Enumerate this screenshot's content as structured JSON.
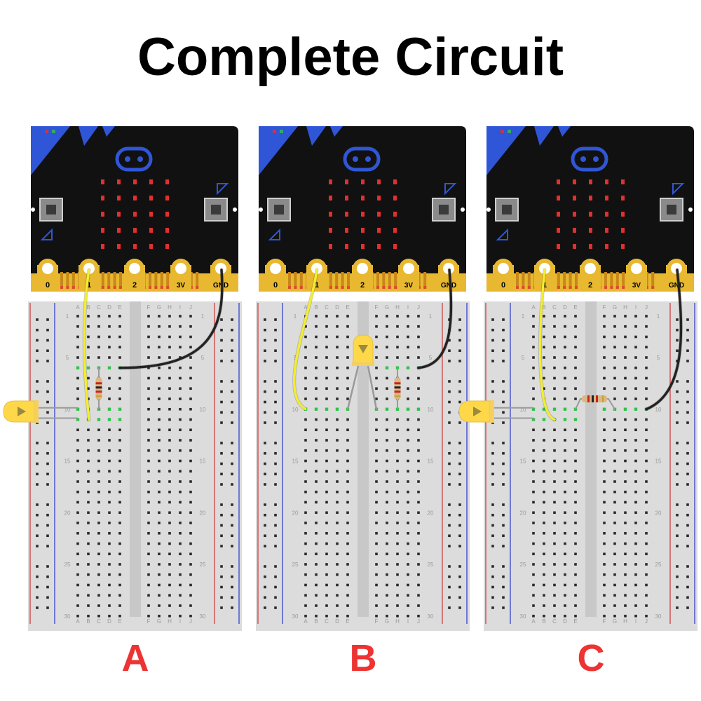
{
  "title": "Complete Circuit",
  "board": {
    "pin_labels": [
      "0",
      "1",
      "2",
      "3V",
      "GND"
    ]
  },
  "breadboard": {
    "left_columns": [
      "A",
      "B",
      "C",
      "D",
      "E"
    ],
    "right_columns": [
      "F",
      "G",
      "H",
      "I",
      "J"
    ],
    "row_numbers": [
      "1",
      "5",
      "10",
      "15",
      "20",
      "25",
      "30"
    ]
  },
  "circuits": [
    {
      "label": "A"
    },
    {
      "label": "B"
    },
    {
      "label": "C"
    }
  ],
  "colors": {
    "label_red": "#ee3333",
    "board_black": "#111111",
    "board_blue": "#2f56d6",
    "gold": "#e8b830",
    "led_red": "#e03030",
    "wire_yellow": "#f2ee2e",
    "wire_black": "#222222",
    "breadboard": "#dcdcdc",
    "rail_red": "#d04040",
    "rail_blue": "#3344cc",
    "hole_green": "#2fc24a",
    "led_yellow": "#ffd84a"
  },
  "icons": [
    "logo-icon",
    "button-a",
    "button-b",
    "led-matrix"
  ]
}
